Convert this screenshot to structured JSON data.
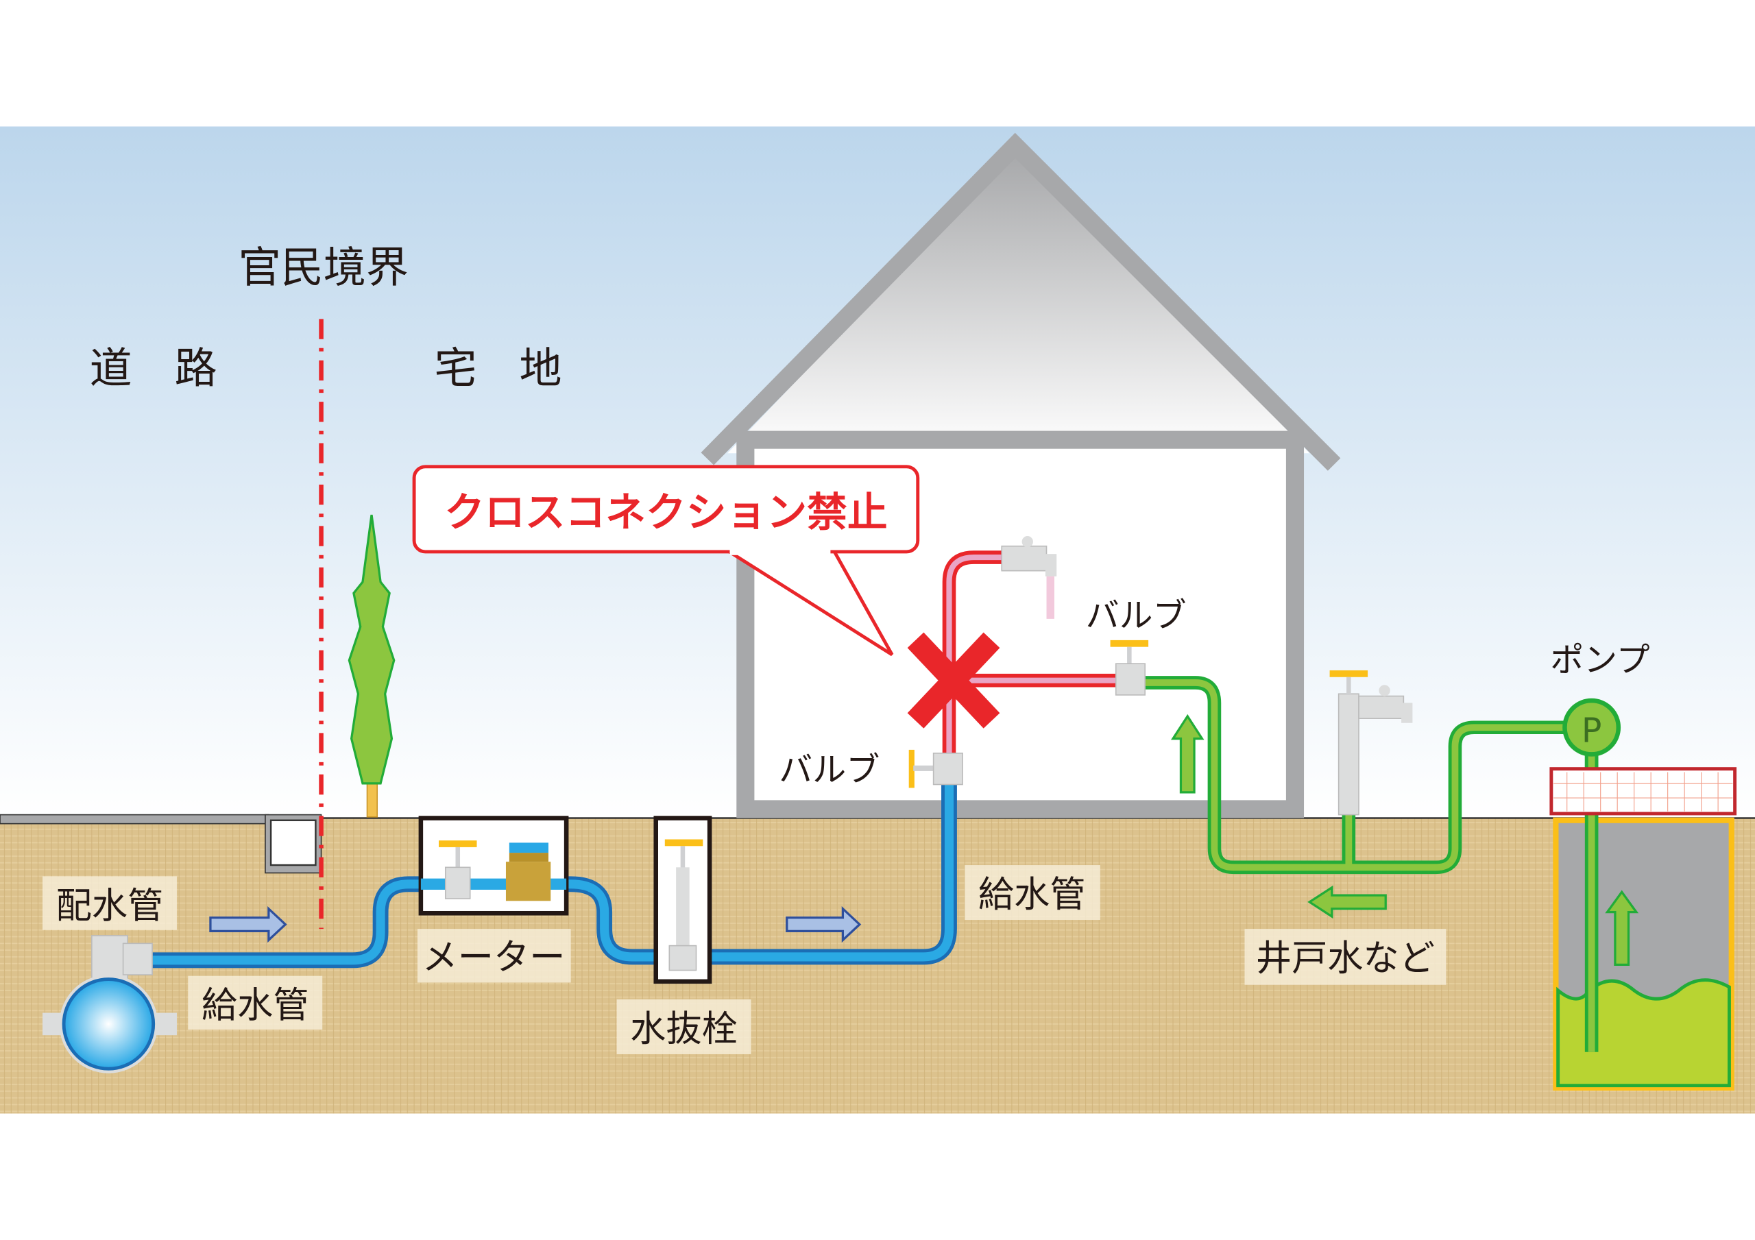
{
  "title": "クロスコネクション禁止",
  "labels": {
    "boundary": "官民境界",
    "road": "道　路",
    "residential": "宅　地",
    "distribution_main": "配水管",
    "service_pipe_left": "給水管",
    "meter": "メーター",
    "drain_valve": "水抜栓",
    "service_pipe_right": "給水管",
    "well_water": "井戸水など",
    "valve_upper": "バルブ",
    "valve_lower": "バルブ",
    "pump": "ポンプ",
    "pump_symbol": "P"
  },
  "colors": {
    "tap_water_pipe": "#1e9ee0",
    "well_water_pipe": "#8cc63f",
    "cross_connection": "#e9262a",
    "ground": "#dcc28d",
    "house": "#a7a8aa"
  }
}
